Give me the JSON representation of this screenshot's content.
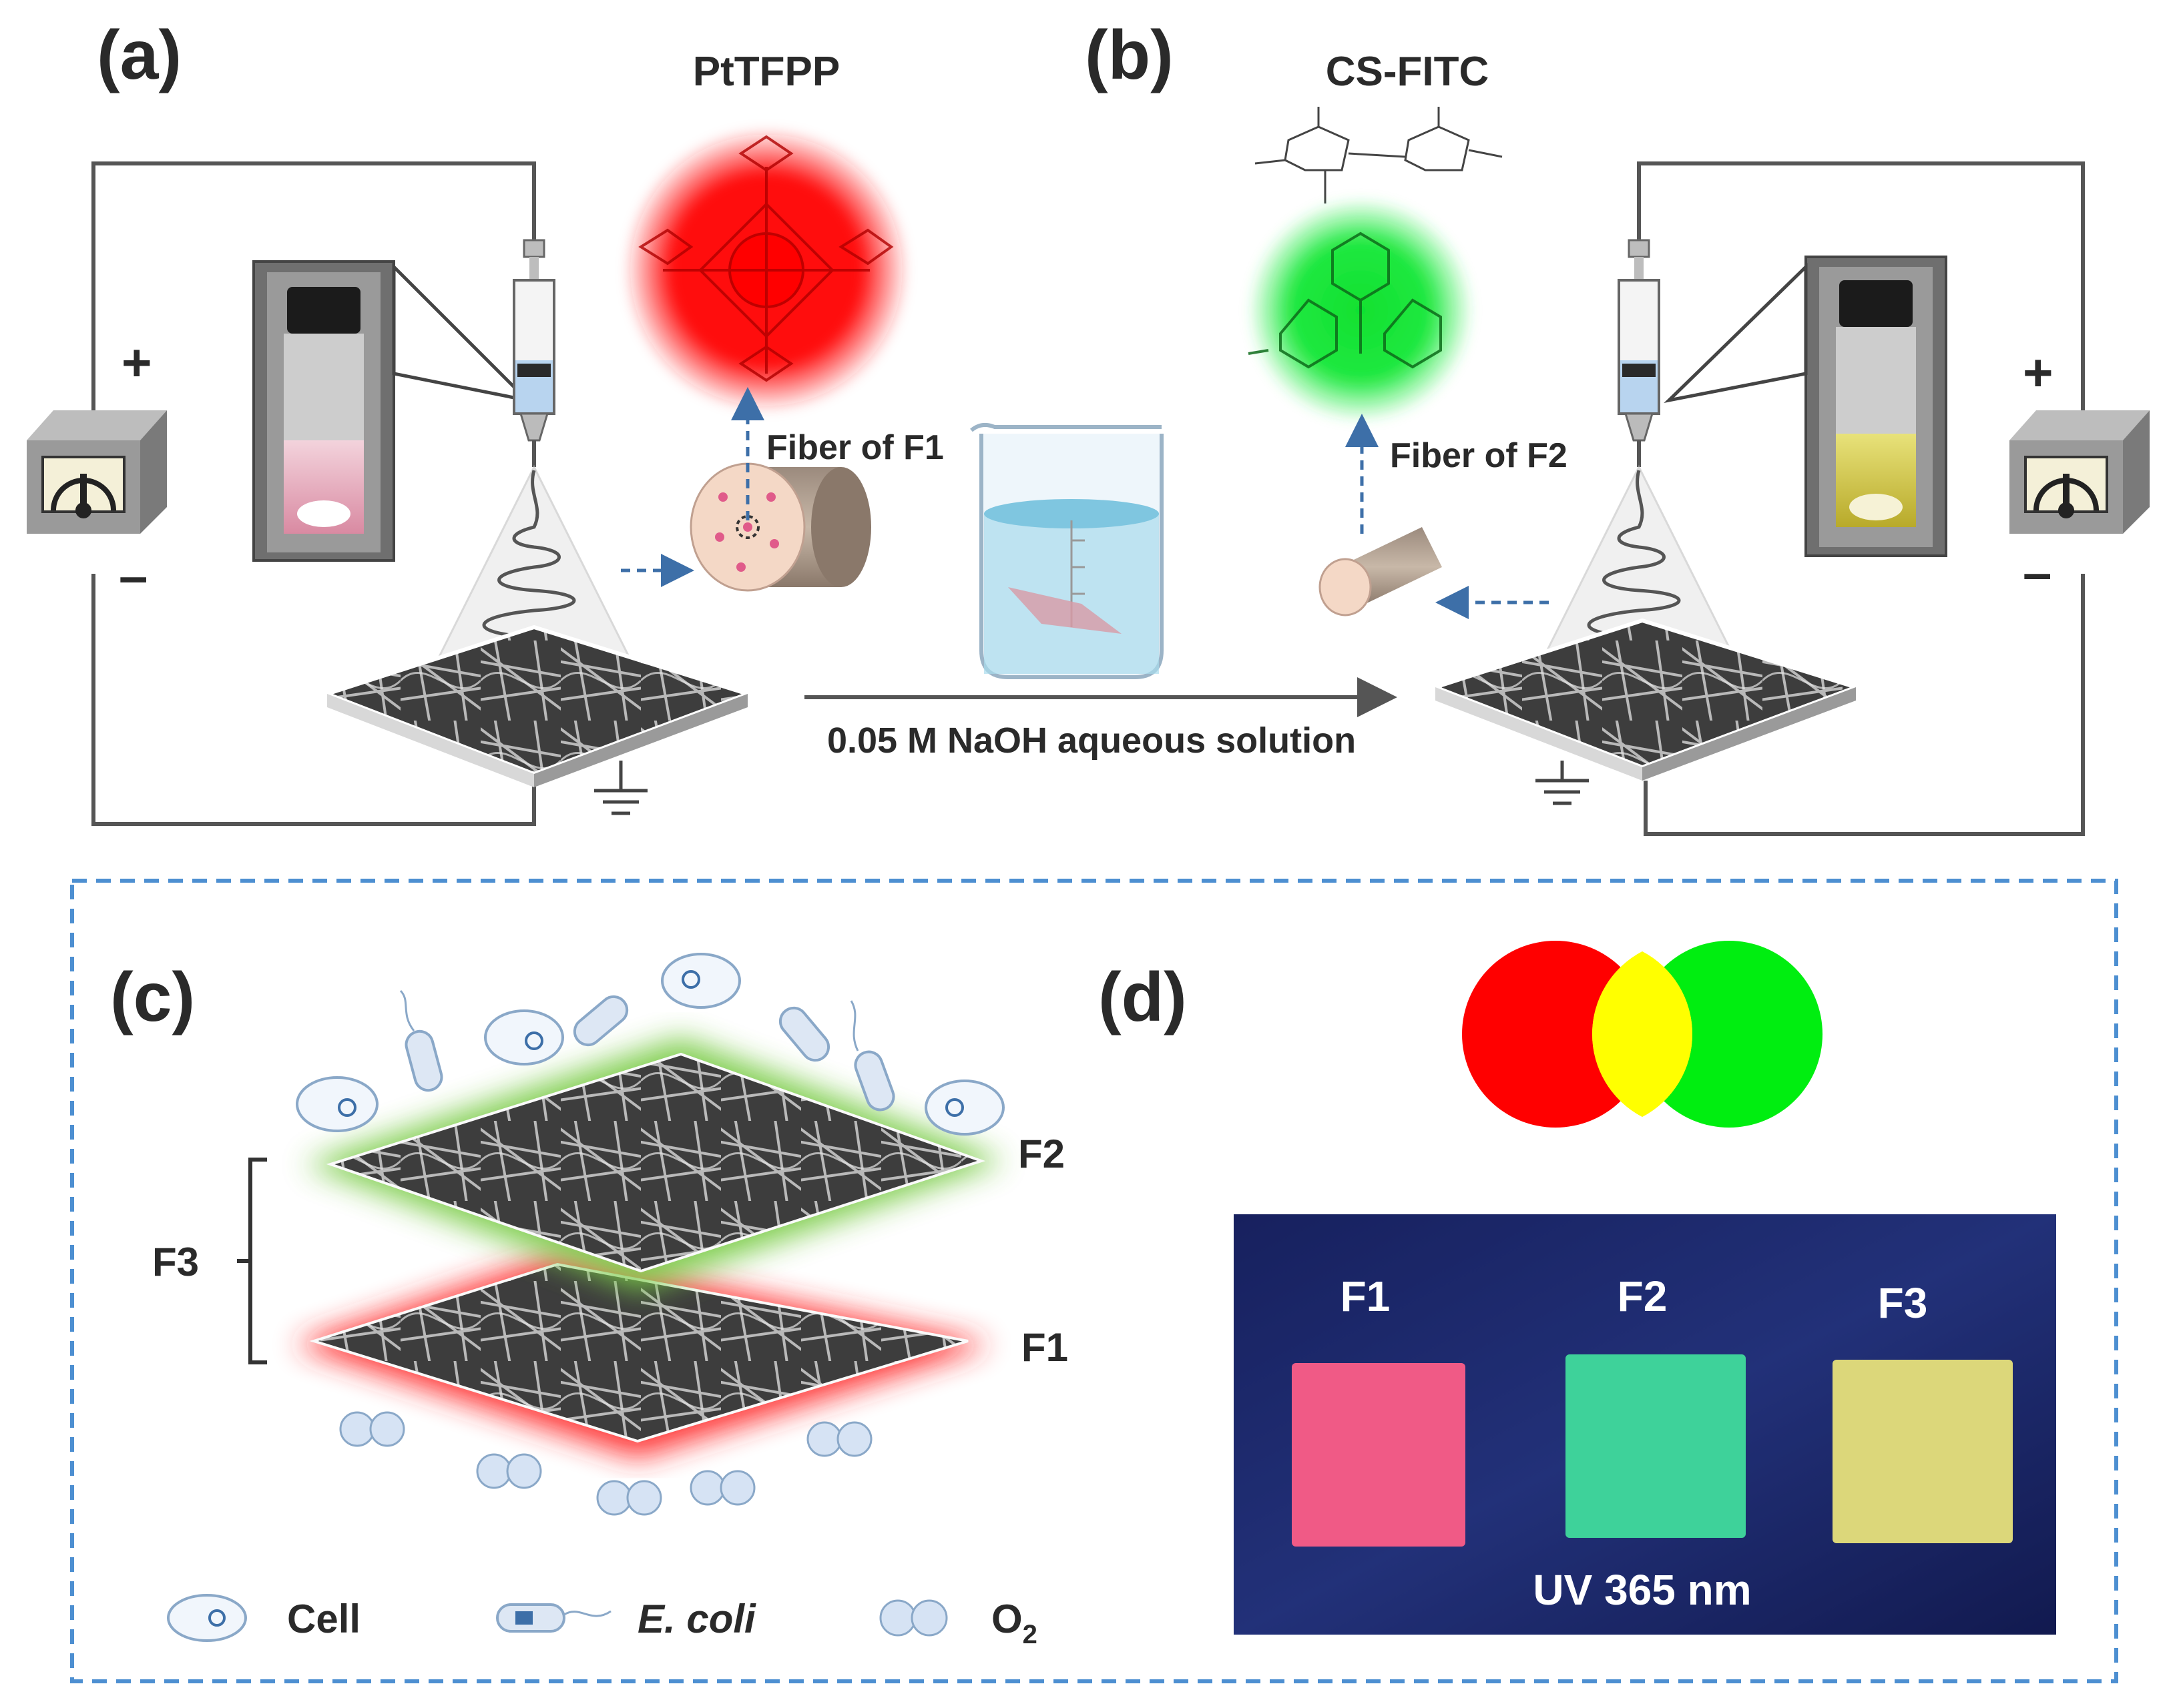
{
  "figure": {
    "panel_a": {
      "letter": "(a)",
      "molecule_label": "PtTFPP",
      "fiber_label": "Fiber of F1",
      "power_plus": "+",
      "power_minus": "–"
    },
    "panel_b": {
      "letter": "(b)",
      "molecule_label": "CS-FITC",
      "fiber_label": "Fiber of F2",
      "power_plus": "+",
      "power_minus": "–"
    },
    "process_arrow_label": "0.05 M NaOH aqueous solution",
    "panel_c": {
      "letter": "(c)",
      "layer_top": "F2",
      "layer_bottom": "F1",
      "stack_label": "F3"
    },
    "panel_d": {
      "letter": "(d)",
      "samples": [
        "F1",
        "F2",
        "F3"
      ],
      "photo_caption": "UV 365 nm"
    },
    "legend": {
      "cell": "Cell",
      "ecoli": "E. coli",
      "o2": "O",
      "o2_subscript": "2"
    }
  },
  "colors": {
    "red_glow": "#ff1a1a",
    "green_glow": "#16e636",
    "yellow_overlap": "#ffff00",
    "dashed_arrow": "#3d6fa8",
    "dashed_border": "#4d8fd1",
    "photo_bg": "#1c2a6e",
    "square_f1": "#f05a86",
    "square_f2": "#3ed29a",
    "square_f3": "#dcd77a"
  },
  "icons": [
    "power-supply-icon",
    "syringe-icon",
    "vial-photo",
    "beaker-icon",
    "ground-icon",
    "fiber-cylinder-icon",
    "cell-icon",
    "ecoli-icon",
    "o2-molecule-icon"
  ]
}
